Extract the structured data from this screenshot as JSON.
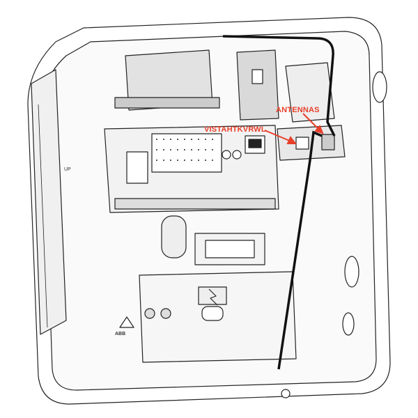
{
  "labels": {
    "antennas": "ANTENNAS",
    "module": "VISTAHTKVRWL"
  },
  "markings": {
    "brand": "ABB",
    "up": "UP"
  },
  "colors": {
    "callout": "#e8402a",
    "line": "#222222",
    "fill_light": "#f2f2f2",
    "fill_mid": "#d9d9d9"
  }
}
